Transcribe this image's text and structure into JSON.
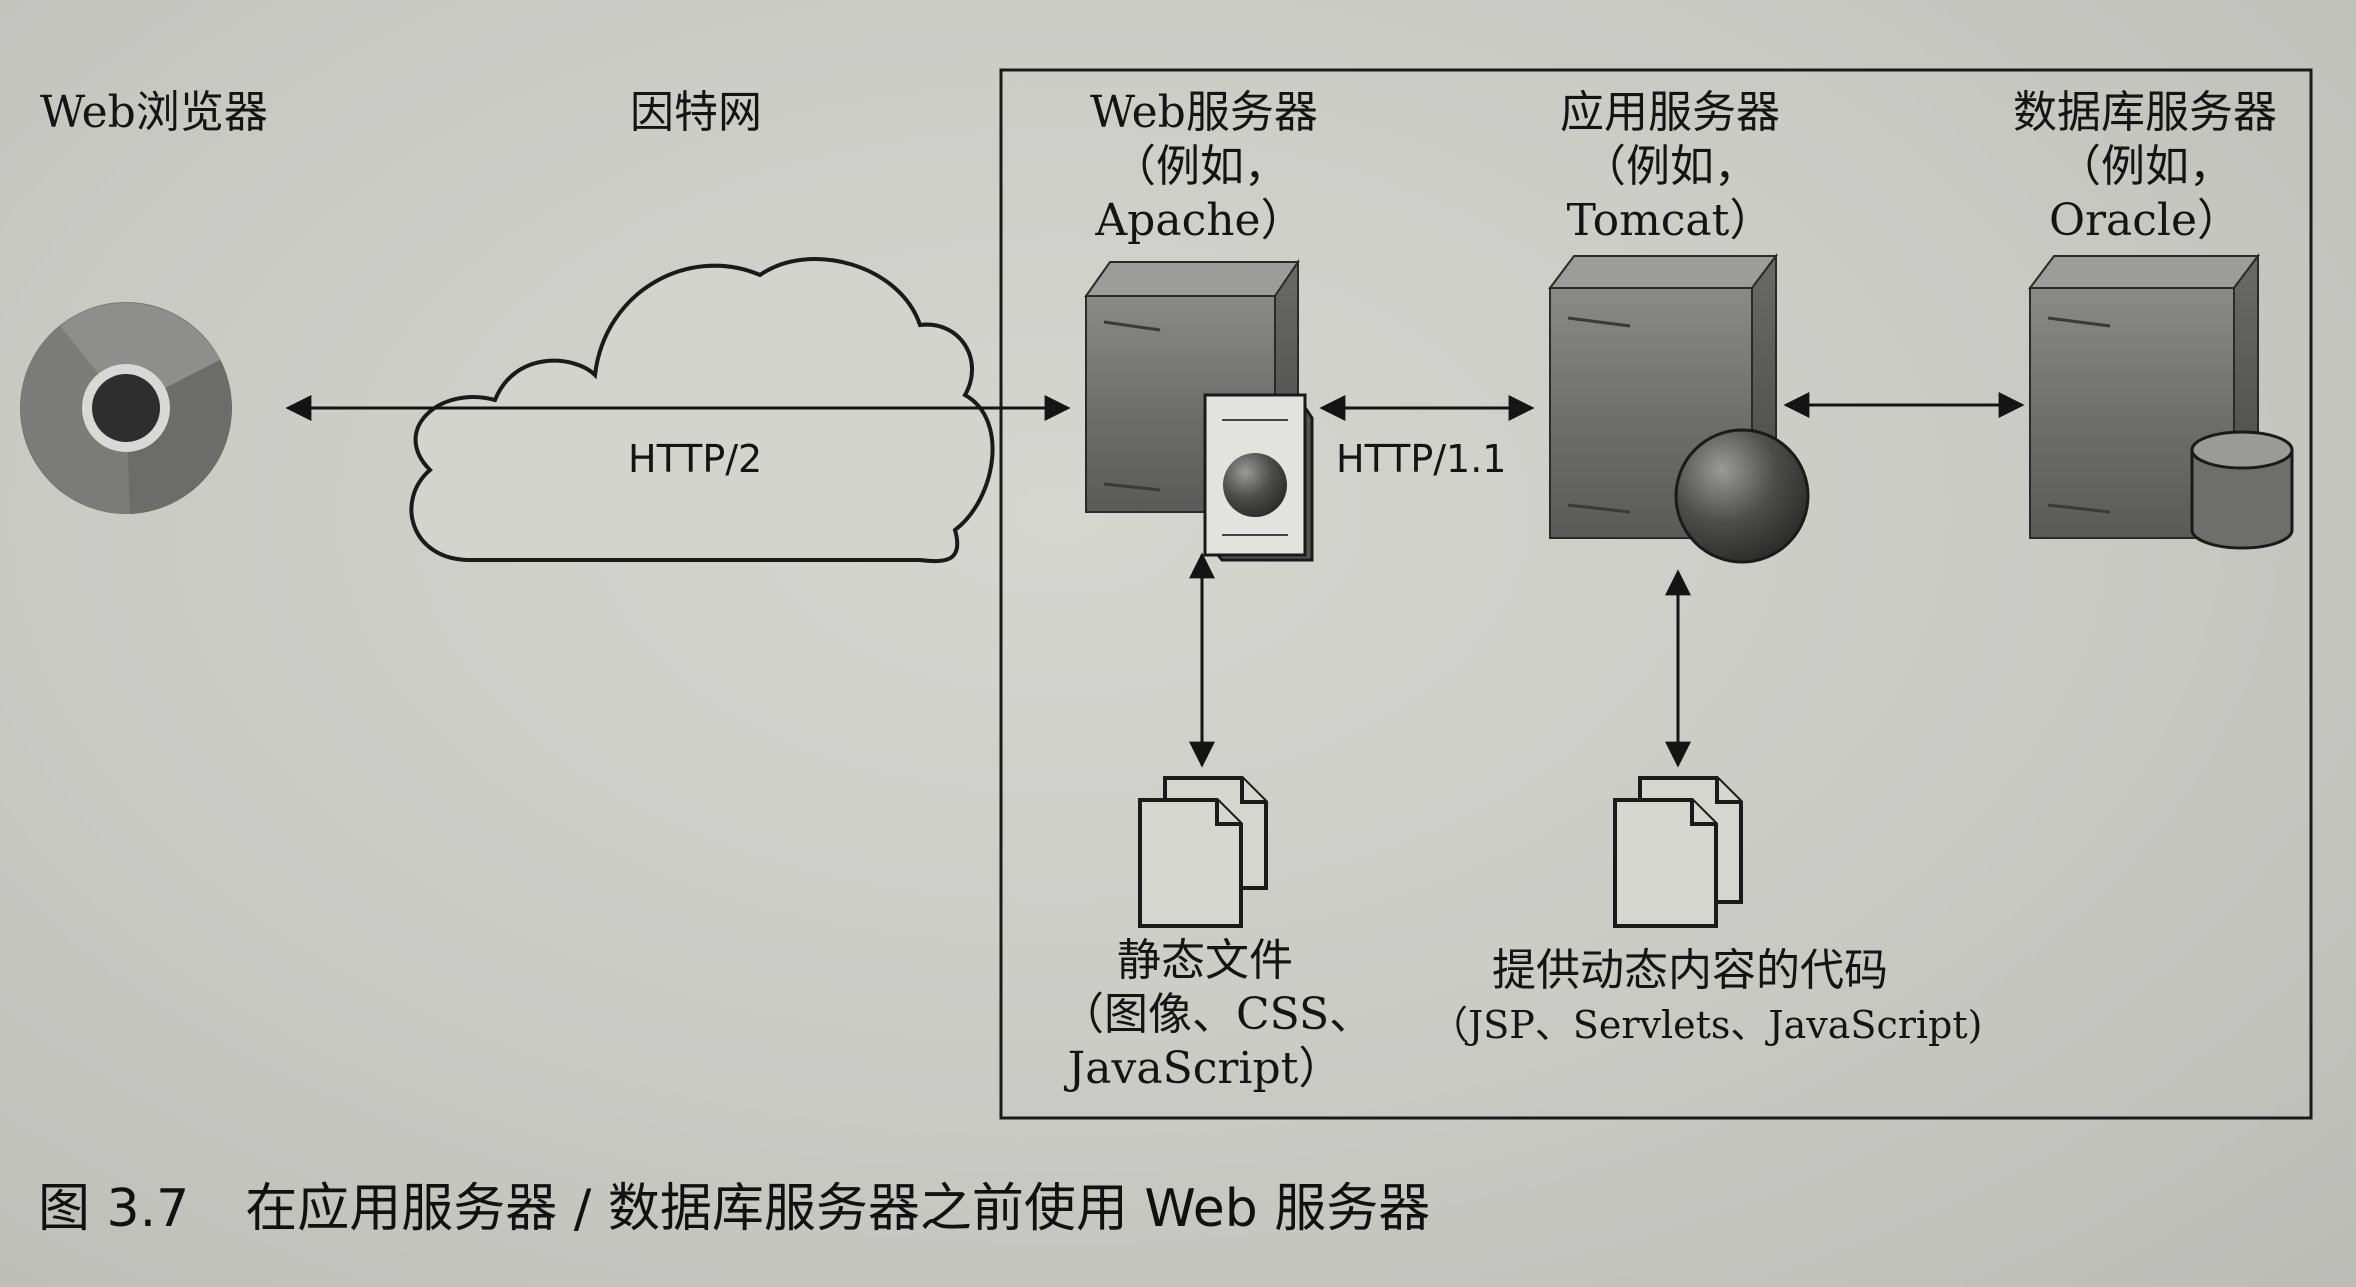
{
  "browser": {
    "label": "Web浏览器",
    "icon": "chrome-browser-icon"
  },
  "internet": {
    "label": "因特网",
    "protocol": "HTTP/2",
    "icon": "cloud-icon"
  },
  "web_server": {
    "title": "Web服务器",
    "example_line1": "（例如，",
    "example_line2": "Apache）"
  },
  "app_server": {
    "title": "应用服务器",
    "example_line1": "（例如，",
    "example_line2": "Tomcat）"
  },
  "db_server": {
    "title": "数据库服务器",
    "example_line1": "（例如，",
    "example_line2": "Oracle）"
  },
  "link_web_app": {
    "protocol": "HTTP/1.1"
  },
  "static_files": {
    "line1": "静态文件",
    "line2": "（图像、CSS、",
    "line3": "JavaScript）"
  },
  "dynamic_code": {
    "line1": "提供动态内容的代码",
    "line2": "（JSP、Servlets、JavaScript)"
  },
  "caption": {
    "number": "图 3.7",
    "text": "在应用服务器 / 数据库服务器之前使用 Web 服务器"
  }
}
